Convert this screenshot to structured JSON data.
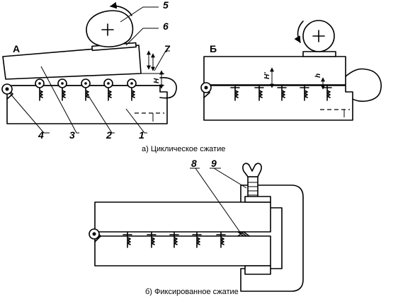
{
  "panel_a": {
    "label": "А",
    "callouts": [
      "1",
      "2",
      "3",
      "4",
      "5",
      "6",
      "7"
    ],
    "dims": [
      "H"
    ],
    "caption": "а) Циклическое сжатие"
  },
  "panel_b": {
    "label": "Б",
    "dims": [
      "H'",
      "h"
    ]
  },
  "panel_c": {
    "callouts": [
      "8",
      "9"
    ],
    "caption": "б) Фиксированное сжатие"
  }
}
